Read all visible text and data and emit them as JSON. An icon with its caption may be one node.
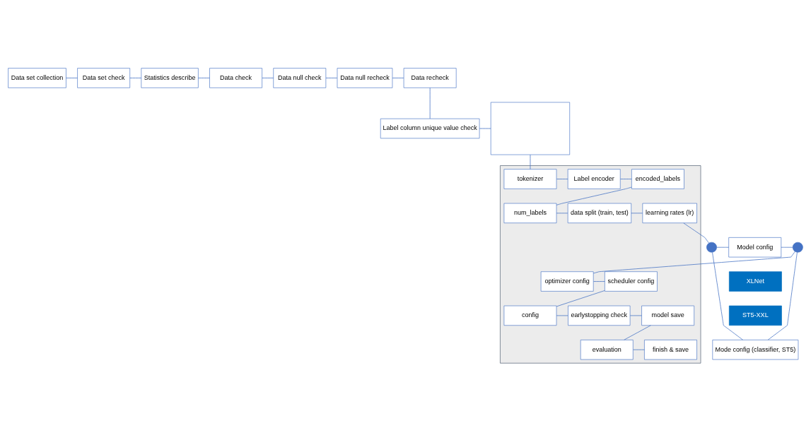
{
  "diagram": {
    "nodes": [
      {
        "text": [
          "Data set collection"
        ]
      },
      {
        "text": [
          "Data set check"
        ]
      },
      {
        "text": [
          "Statistics describe"
        ]
      },
      {
        "text": [
          "Data check"
        ]
      },
      {
        "text": [
          "Data null check"
        ]
      },
      {
        "text": [
          "Data null recheck"
        ]
      },
      {
        "text": [
          "Data recheck"
        ]
      },
      {
        "text": [
          "Label column unique value check"
        ]
      },
      {
        "text": [],
        "shape": "box"
      },
      {
        "text": [],
        "shape": "box"
      },
      {
        "text": [
          "tokenizer"
        ],
        "in": 9
      },
      {
        "text": [
          "Label encoder"
        ],
        "in": 9
      },
      {
        "text": [
          "encoded_labels"
        ],
        "in": 9
      },
      {
        "text": [
          "num_labels"
        ],
        "in": 9
      },
      {
        "text": [
          "data split (train, test)"
        ],
        "in": 9
      },
      {
        "text": [
          "learning rates (lr)"
        ],
        "in": 9
      },
      {
        "text": [
          "optimizer config"
        ],
        "in": 9
      },
      {
        "text": [
          "scheduler config"
        ],
        "in": 9
      },
      {
        "text": [
          "config"
        ],
        "in": 9
      },
      {
        "text": [
          "earlystopping check"
        ],
        "in": 9
      },
      {
        "text": [
          "model save"
        ],
        "in": 9
      },
      {
        "text": [
          "evaluation"
        ],
        "in": 9
      },
      {
        "text": [
          "finish & save"
        ],
        "in": 9
      },
      {
        "text": [
          "Model config"
        ]
      },
      {
        "text": [
          "XLNet"
        ]
      },
      {
        "text": [
          "ST5-XXL"
        ]
      },
      {
        "text": [
          "Mode config (classifier, ST5)"
        ]
      },
      {
        "text": [],
        "shape": "circle"
      },
      {
        "text": [],
        "shape": "circle"
      }
    ],
    "edges": [
      {
        "from": 0,
        "to": 1,
        "arrow": "none"
      },
      {
        "from": 1,
        "to": 2,
        "arrow": "none"
      },
      {
        "from": 2,
        "to": 3,
        "arrow": "none"
      },
      {
        "from": 3,
        "to": 4,
        "arrow": "none"
      },
      {
        "from": 4,
        "to": 5,
        "arrow": "none"
      },
      {
        "from": 5,
        "to": 6,
        "arrow": "none"
      },
      {
        "from": 6,
        "to": 7,
        "arrow": "none"
      },
      {
        "from": 7,
        "to": 8,
        "arrow": "none"
      },
      {
        "from": 8,
        "to": 10,
        "arrow": "none"
      },
      {
        "from": 10,
        "to": 11,
        "arrow": "none"
      },
      {
        "from": 11,
        "to": 12,
        "arrow": "none"
      },
      {
        "from": 12,
        "to": 13,
        "arrow": "none"
      },
      {
        "from": 13,
        "to": 14,
        "arrow": "none"
      },
      {
        "from": 14,
        "to": 15,
        "arrow": "none"
      },
      {
        "from": 15,
        "to": 27,
        "arrow": "none"
      },
      {
        "from": 27,
        "to": 23,
        "arrow": "none"
      },
      {
        "from": 23,
        "to": 28,
        "arrow": "none"
      },
      {
        "from": 27,
        "to": 26,
        "arrow": "none"
      },
      {
        "from": 26,
        "to": 28,
        "arrow": "none"
      },
      {
        "from": 28,
        "to": 16,
        "arrow": "none"
      },
      {
        "from": 16,
        "to": 17,
        "arrow": "none"
      },
      {
        "from": 17,
        "to": 18,
        "arrow": "none"
      },
      {
        "from": 18,
        "to": 19,
        "arrow": "none"
      },
      {
        "from": 19,
        "to": 20,
        "arrow": "none"
      },
      {
        "from": 20,
        "to": 21,
        "arrow": "none"
      },
      {
        "from": 21,
        "to": 22,
        "arrow": "none"
      }
    ]
  }
}
